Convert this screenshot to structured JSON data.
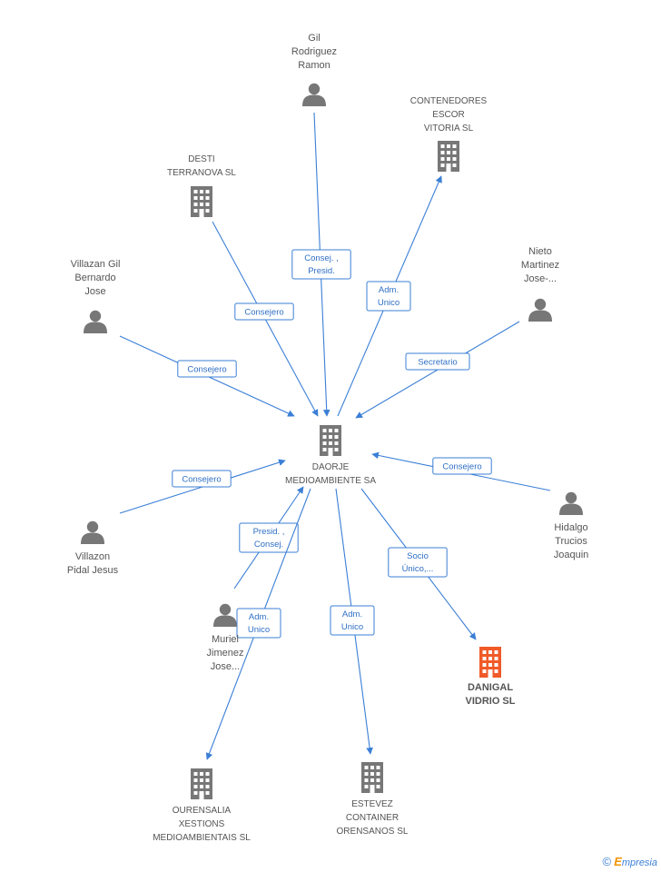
{
  "colors": {
    "edge": "#3b7fd6",
    "node": "#777777",
    "highlight": "#f05a28",
    "label": "#555555"
  },
  "nodes": [
    {
      "id": "daorje",
      "kind": "company",
      "lines": [
        "DAORJE",
        "MEDIOAMBIENTE SA"
      ]
    },
    {
      "id": "gil",
      "kind": "person",
      "lines": [
        "Gil",
        "Rodriguez",
        "Ramon"
      ]
    },
    {
      "id": "contenedores",
      "kind": "company",
      "lines": [
        "CONTENEDORES",
        "ESCOR",
        "VITORIA SL"
      ]
    },
    {
      "id": "desti",
      "kind": "company",
      "lines": [
        "DESTI",
        "TERRANOVA SL"
      ]
    },
    {
      "id": "villazangil",
      "kind": "person",
      "lines": [
        "Villazan Gil",
        "Bernardo",
        "Jose"
      ]
    },
    {
      "id": "nieto",
      "kind": "person",
      "lines": [
        "Nieto",
        "Martinez",
        "Jose-..."
      ]
    },
    {
      "id": "hidalgo",
      "kind": "person",
      "lines": [
        "Hidalgo",
        "Trucios",
        "Joaquin"
      ]
    },
    {
      "id": "villazon",
      "kind": "person",
      "lines": [
        "Villazon",
        "Pidal Jesus"
      ]
    },
    {
      "id": "muriel",
      "kind": "person",
      "lines": [
        "Muriel",
        "Jimenez",
        "Jose..."
      ]
    },
    {
      "id": "danigal",
      "kind": "company-highlight",
      "lines": [
        "DANIGAL",
        "VIDRIO SL"
      ]
    },
    {
      "id": "ourensalia",
      "kind": "company",
      "lines": [
        "OURENSALIA",
        "XESTIONS",
        "MEDIOAMBIENTAIS SL"
      ]
    },
    {
      "id": "estevez",
      "kind": "company",
      "lines": [
        "ESTEVEZ",
        "CONTAINER",
        "ORENSANOS SL"
      ]
    }
  ],
  "edges": [
    {
      "id": "e-gil",
      "lines": [
        "Consej. ,",
        "Presid."
      ]
    },
    {
      "id": "e-contenedores",
      "lines": [
        "Adm.",
        "Unico"
      ]
    },
    {
      "id": "e-desti",
      "lines": [
        "Consejero"
      ]
    },
    {
      "id": "e-villazangil",
      "lines": [
        "Consejero"
      ]
    },
    {
      "id": "e-nieto",
      "lines": [
        "Secretario"
      ]
    },
    {
      "id": "e-hidalgo",
      "lines": [
        "Consejero"
      ]
    },
    {
      "id": "e-villazon",
      "lines": [
        "Consejero"
      ]
    },
    {
      "id": "e-muriel",
      "lines": [
        "Presid. ,",
        "Consej."
      ]
    },
    {
      "id": "e-ourensalia",
      "lines": [
        "Adm.",
        "Unico"
      ]
    },
    {
      "id": "e-estevez",
      "lines": [
        "Adm.",
        "Unico"
      ]
    },
    {
      "id": "e-danigal",
      "lines": [
        "Socio",
        "Único,..."
      ]
    }
  ],
  "footer": {
    "copyright": "©",
    "brand_first": "E",
    "brand_rest": "mpresia"
  }
}
